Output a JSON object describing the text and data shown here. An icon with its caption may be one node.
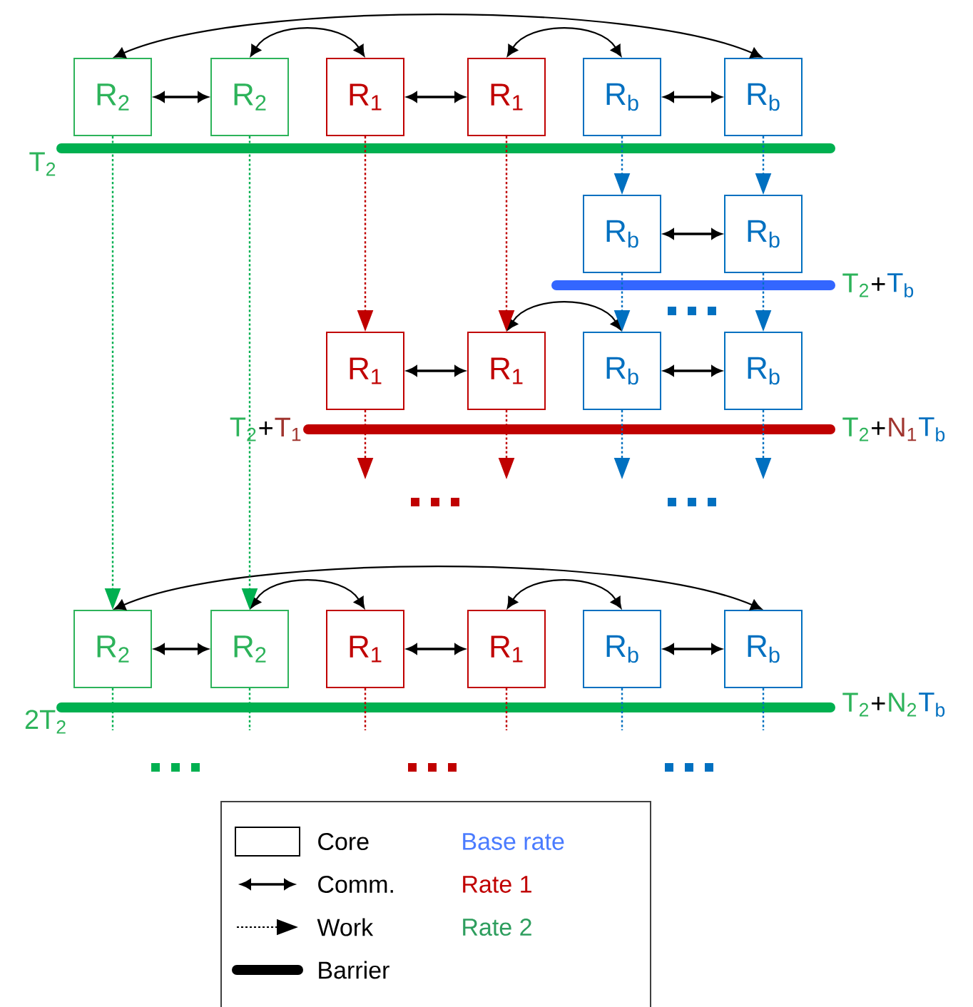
{
  "diagram": {
    "nodes": [
      {
        "text": [
          "R$_{2}$"
        ]
      },
      {
        "text": [
          "R$_{2}$"
        ]
      },
      {
        "text": [
          "R$_{1}$"
        ]
      },
      {
        "text": [
          "R$_{1}$"
        ]
      },
      {
        "text": [
          "R$_{b}$"
        ]
      },
      {
        "text": [
          "R$_{b}$"
        ]
      },
      {
        "text": [
          "R$_{b}$"
        ]
      },
      {
        "text": [
          "R$_{b}$"
        ]
      },
      {
        "text": [
          "R$_{1}$"
        ]
      },
      {
        "text": [
          "R$_{1}$"
        ]
      },
      {
        "text": [
          "R$_{b}$"
        ]
      },
      {
        "text": [
          "R$_{b}$"
        ]
      },
      {
        "text": [
          "R$_{2}$"
        ]
      },
      {
        "text": [
          "R$_{2}$"
        ]
      },
      {
        "text": [
          "R$_{1}$"
        ]
      },
      {
        "text": [
          "R$_{1}$"
        ]
      },
      {
        "text": [
          "R$_{b}$"
        ]
      },
      {
        "text": [
          "R$_{b}$"
        ]
      }
    ],
    "edges": [
      {
        "from": 0,
        "to": 5,
        "arrow": "both"
      },
      {
        "from": 1,
        "to": 2,
        "arrow": "both"
      },
      {
        "from": 3,
        "to": 4,
        "arrow": "both"
      },
      {
        "from": 0,
        "to": 1,
        "arrow": "both"
      },
      {
        "from": 2,
        "to": 3,
        "arrow": "both"
      },
      {
        "from": 4,
        "to": 5,
        "arrow": "both"
      },
      {
        "from": 6,
        "to": 7,
        "arrow": "both"
      },
      {
        "from": 9,
        "to": 10,
        "arrow": "both"
      },
      {
        "from": 8,
        "to": 9,
        "arrow": "both"
      },
      {
        "from": 10,
        "to": 11,
        "arrow": "both"
      },
      {
        "from": 12,
        "to": 17,
        "arrow": "both"
      },
      {
        "from": 13,
        "to": 14,
        "arrow": "both"
      },
      {
        "from": 15,
        "to": 16,
        "arrow": "both"
      },
      {
        "from": 12,
        "to": 13,
        "arrow": "both"
      },
      {
        "from": 14,
        "to": 15,
        "arrow": "both"
      },
      {
        "from": 16,
        "to": 17,
        "arrow": "both"
      },
      {
        "from": 0,
        "to": 12,
        "arrow": "to",
        "style": "dashed",
        "color": "#00b050"
      },
      {
        "from": 1,
        "to": 13,
        "arrow": "to",
        "style": "dashed",
        "color": "#00b050"
      },
      {
        "from": 2,
        "to": 8,
        "arrow": "to",
        "style": "dashed",
        "color": "#c00000"
      },
      {
        "from": 3,
        "to": 9,
        "arrow": "to",
        "style": "dashed",
        "color": "#c00000"
      },
      {
        "from": 4,
        "to": 6,
        "arrow": "to",
        "style": "dashed",
        "color": "#0070c0"
      },
      {
        "from": 5,
        "to": 7,
        "arrow": "to",
        "style": "dashed",
        "color": "#0070c0"
      },
      {
        "from": 6,
        "to": 10,
        "arrow": "to",
        "style": "dashed",
        "color": "#0070c0"
      },
      {
        "from": 7,
        "to": 11,
        "arrow": "to",
        "style": "dashed",
        "color": "#0070c0"
      },
      {
        "from": 8,
        "to": null,
        "arrow": "to",
        "style": "dashed",
        "color": "#c00000"
      },
      {
        "from": 9,
        "to": null,
        "arrow": "to",
        "style": "dashed",
        "color": "#c00000"
      },
      {
        "from": 10,
        "to": null,
        "arrow": "to",
        "style": "dashed",
        "color": "#0070c0"
      },
      {
        "from": 11,
        "to": null,
        "arrow": "to",
        "style": "dashed",
        "color": "#0070c0"
      },
      {
        "from": 12,
        "to": null,
        "arrow": "none",
        "style": "dashed",
        "color": "#00b050"
      },
      {
        "from": 13,
        "to": null,
        "arrow": "none",
        "style": "dashed",
        "color": "#00b050"
      },
      {
        "from": 14,
        "to": null,
        "arrow": "none",
        "style": "dashed",
        "color": "#c00000"
      },
      {
        "from": 15,
        "to": null,
        "arrow": "none",
        "style": "dashed",
        "color": "#c00000"
      },
      {
        "from": 16,
        "to": null,
        "arrow": "none",
        "style": "dashed",
        "color": "#0070c0"
      },
      {
        "from": 17,
        "to": null,
        "arrow": "none",
        "style": "dashed",
        "color": "#0070c0"
      }
    ],
    "labels": [
      "T$_{2}$",
      "T$_{2}$",
      "+",
      "T$_{b}$",
      "T$_{2}$",
      "+",
      "T$_{1}$",
      "T$_{2}$",
      "+",
      "N$_{1}$",
      "T$_{b}$",
      "2T$_{2}$",
      "T$_{2}$",
      "+",
      "N$_{2}$",
      "T$_{b}$"
    ],
    "legend": [
      {
        "text": "Core"
      },
      {
        "text": "Comm."
      },
      {
        "text": "Work"
      },
      {
        "text": "Barrier"
      },
      {
        "text": "Base rate",
        "color": "#4a7bff"
      },
      {
        "text": "Rate 1",
        "color": "#c00000"
      },
      {
        "text": "Rate 2",
        "color": "#2e9e5e"
      }
    ]
  }
}
